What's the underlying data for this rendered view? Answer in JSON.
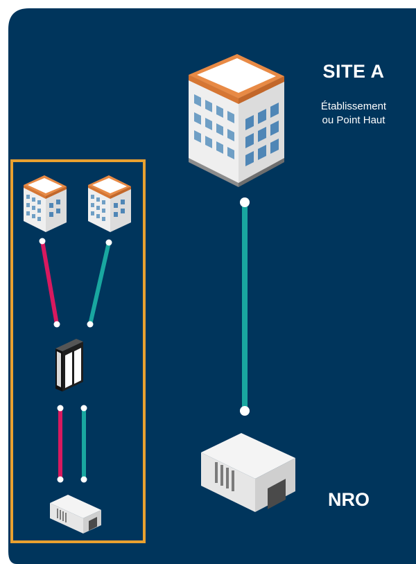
{
  "colors": {
    "background": "#00355C",
    "frame": "#E9A130",
    "link_teal": "#19A7A0",
    "link_magenta": "#D8195F",
    "roof_orange": "#E88A45",
    "building_white": "#F2F2F2",
    "window_blue": "#6F9FC5"
  },
  "site": {
    "title": "SITE A",
    "subtitle_line1": "Établissement",
    "subtitle_line2": "ou Point Haut"
  },
  "nro": {
    "label": "NRO"
  },
  "icons": {
    "main_building": "office-building-icon",
    "small_buildings": [
      "office-building-icon",
      "office-building-icon"
    ],
    "street_cabinet": "street-cabinet-icon",
    "nro_station": "central-office-icon",
    "small_nro_station": "central-office-icon"
  }
}
